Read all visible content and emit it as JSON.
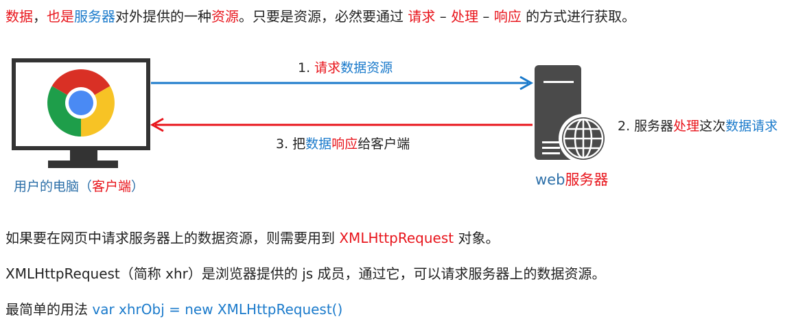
{
  "intro": {
    "s1": "数据",
    "s2": "，",
    "s3": "也是",
    "s4": "服务器",
    "s5": "对外提供的一种",
    "s6": "资源",
    "s7": "。只要是资源，必然要通过 ",
    "s8": "请求",
    "s9": " – ",
    "s10": "处理",
    "s11": " – ",
    "s12": "响应",
    "s13": " 的方式进行获取。"
  },
  "arrow1": {
    "num": "1. ",
    "a": "请求",
    "b": "数据资源"
  },
  "arrow3": {
    "num": "3. 把",
    "a": "数据",
    "b": "响应",
    "c": "给客户端"
  },
  "arrow2": {
    "num": "2. 服务器",
    "a": "处理",
    "b": "这次",
    "c": "数据请求"
  },
  "client": {
    "label_a": "用户的电脑（",
    "label_b": "客户端",
    "label_c": "）"
  },
  "server": {
    "label_a": "web",
    "label_b": "服务器"
  },
  "para1": {
    "a": "如果要在网页中请求服务器上的数据资源，则需要用到 ",
    "b": "XMLHttpRequest",
    "c": " 对象。"
  },
  "para2": {
    "text": "XMLHttpRequest（简称 xhr）是浏览器提供的 js 成员，通过它，可以请求服务器上的数据资源。"
  },
  "para3": {
    "a": "最简单的用法 ",
    "b": "var xhrObj = new XMLHttpRequest()"
  },
  "colors": {
    "red": "#e8141b",
    "blue": "#1a7acb",
    "gray": "#4a4a4a"
  },
  "icons": [
    "computer-monitor-icon",
    "chrome-logo-icon",
    "server-icon",
    "globe-icon"
  ]
}
